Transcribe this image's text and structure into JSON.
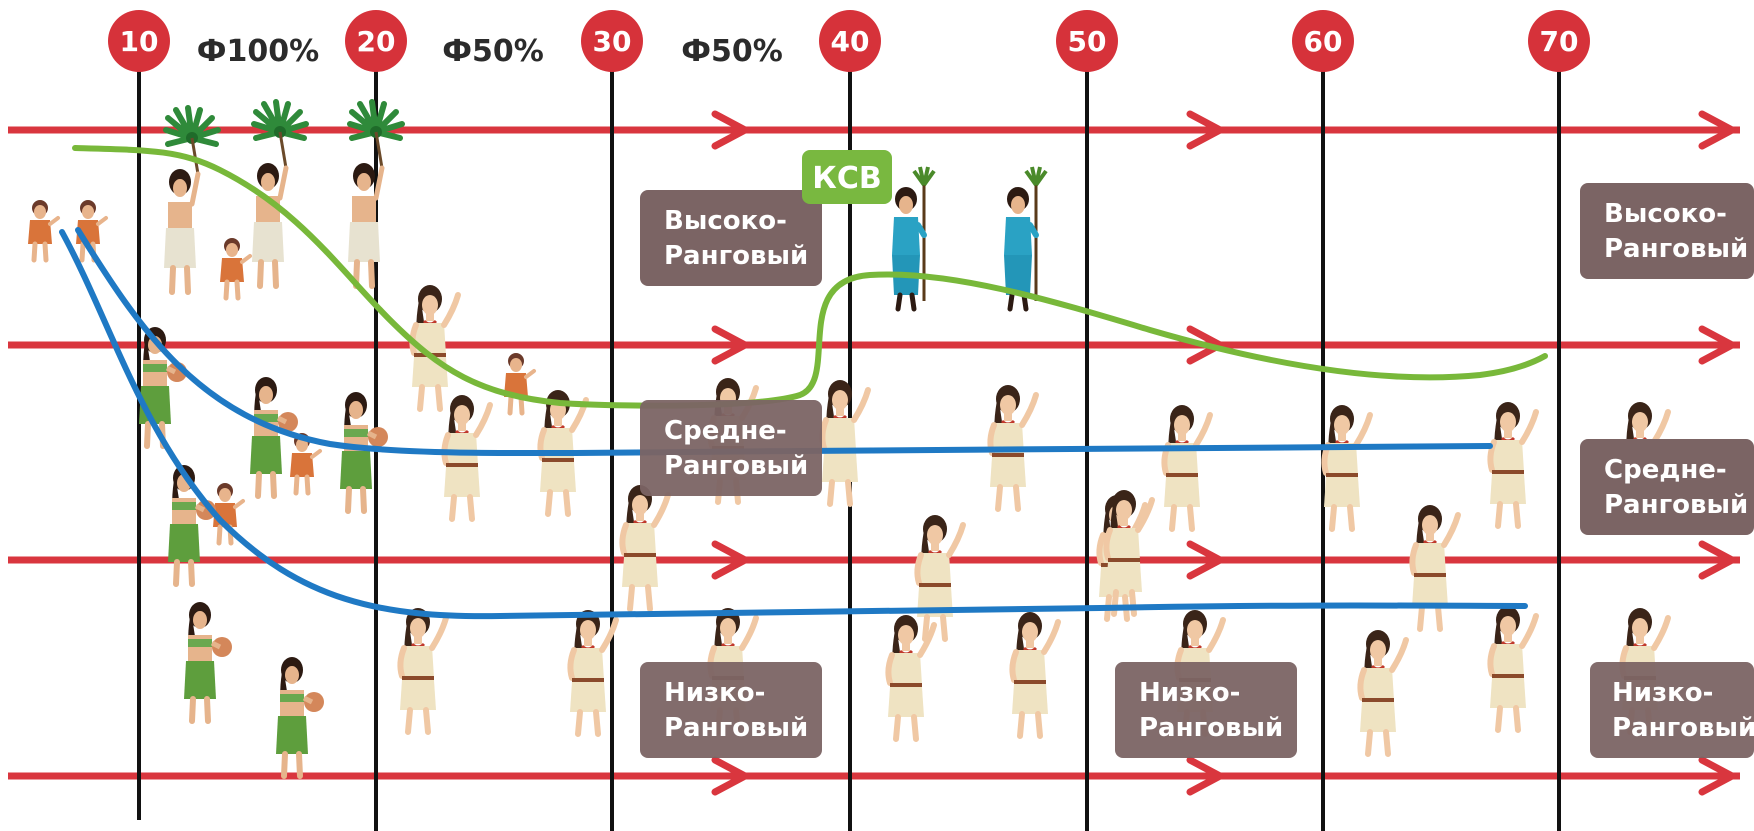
{
  "age_markers": [
    "10",
    "20",
    "30",
    "40",
    "50",
    "60",
    "70"
  ],
  "phases": [
    "Ф100%",
    "Ф50%",
    "Ф50%"
  ],
  "badge": "КСВ",
  "rank_labels": {
    "high": [
      "Высоко-",
      "Ранговый"
    ],
    "mid": [
      "Средне-",
      "Ранговый"
    ],
    "low": [
      "Низко-",
      "Ранговый"
    ]
  },
  "colors": {
    "marker": "#d6323a",
    "arrow": "#d9363e",
    "timeline": "#111111",
    "green_curve": "#78b83a",
    "blue_curve": "#1f79c4",
    "rank_box": "#7b6464",
    "badge": "#79b840"
  },
  "figures": {
    "tribe_woman": "standing-woman-figure",
    "mother_with_pot": "woman-with-pot-figure",
    "child": "child-figure",
    "palm_leader": "woman-with-palm-leaf-figure",
    "leader": "man-with-branch-figure"
  }
}
